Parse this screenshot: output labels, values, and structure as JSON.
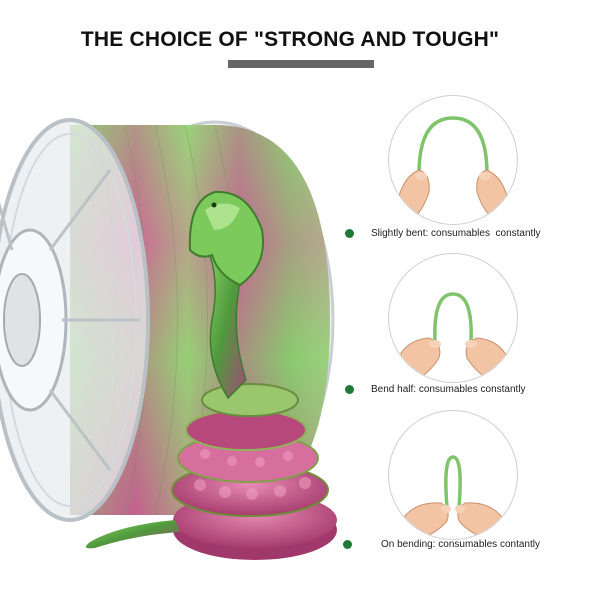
{
  "header": {
    "title": "THE CHOICE OF \"STRONG AND TOUGH\""
  },
  "product": {
    "icon": "filament-spool-with-printed-snake"
  },
  "demos": [
    {
      "caption": "Slightly bent: consumables  constantly",
      "icon": "hands-bending-filament-slightly"
    },
    {
      "caption": "Bend half: consumables constantly",
      "icon": "hands-bending-filament-half"
    },
    {
      "caption": "On bending: consumables contantly",
      "icon": "hands-bending-filament-fully"
    }
  ],
  "colors": {
    "accent_dot": "#1f7a35",
    "filament_green": "#7fc46a",
    "filament_pink": "#c7588a",
    "headline_bar": "#666666"
  }
}
